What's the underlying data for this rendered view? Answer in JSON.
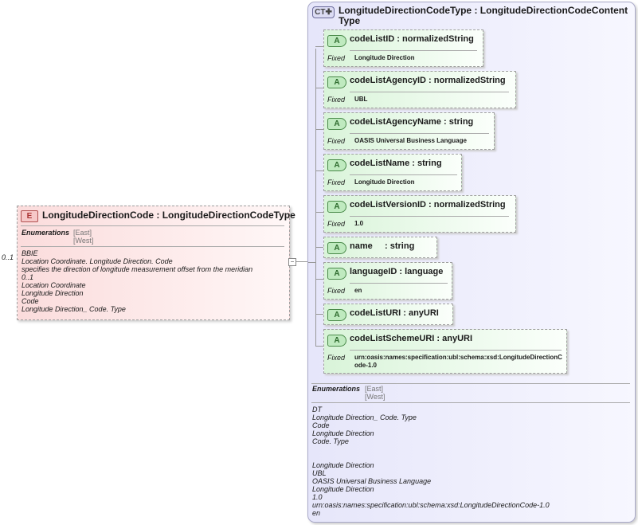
{
  "element": {
    "badge": "E",
    "name": "LongitudeDirectionCode",
    "type": "LongitudeDirectionCodeType",
    "multiplicity": "0..1",
    "enum_label": "Enumerations",
    "enum_values": [
      "[East]",
      "[West]"
    ],
    "docs": [
      "BBIE",
      "Location Coordinate. Longitude Direction. Code",
      "specifies the direction of longitude measurement offset from the meridian",
      "0..1",
      "Location Coordinate",
      "Longitude Direction",
      "Code",
      "Longitude Direction_ Code. Type"
    ]
  },
  "complex_type": {
    "badge": "CT",
    "name": "LongitudeDirectionCodeType",
    "base": "LongitudeDirectionCodeContentType",
    "attributes": [
      {
        "badge": "A",
        "name": "codeListID",
        "type": "normalizedString",
        "fixed_label": "Fixed",
        "fixed": "Longitude Direction"
      },
      {
        "badge": "A",
        "name": "codeListAgencyID",
        "type": "normalizedString",
        "fixed_label": "Fixed",
        "fixed": "UBL"
      },
      {
        "badge": "A",
        "name": "codeListAgencyName",
        "type": "string",
        "fixed_label": "Fixed",
        "fixed": "OASIS Universal Business Language"
      },
      {
        "badge": "A",
        "name": "codeListName",
        "type": "string",
        "fixed_label": "Fixed",
        "fixed": "Longitude Direction"
      },
      {
        "badge": "A",
        "name": "codeListVersionID",
        "type": "normalizedString",
        "fixed_label": "Fixed",
        "fixed": "1.0"
      },
      {
        "badge": "A",
        "name": "name",
        "type": "string",
        "fixed_label": "",
        "fixed": ""
      },
      {
        "badge": "A",
        "name": "languageID",
        "type": "language",
        "fixed_label": "Fixed",
        "fixed": "en"
      },
      {
        "badge": "A",
        "name": "codeListURI",
        "type": "anyURI",
        "fixed_label": "",
        "fixed": ""
      },
      {
        "badge": "A",
        "name": "codeListSchemeURI",
        "type": "anyURI",
        "fixed_label": "Fixed",
        "fixed": "urn:oasis:names:specification:ubl:schema:xsd:LongitudeDirectionCode-1.0"
      }
    ],
    "enum_label": "Enumerations",
    "enum_values": [
      "[East]",
      "[West]"
    ],
    "docs": [
      "DT",
      "Longitude Direction_ Code. Type",
      "Code",
      "Longitude Direction",
      "Code. Type",
      "",
      "",
      "Longitude Direction",
      "UBL",
      "OASIS Universal Business Language",
      "Longitude Direction",
      "1.0",
      "urn:oasis:names:specification:ubl:schema:xsd:LongitudeDirectionCode-1.0",
      "en"
    ]
  }
}
